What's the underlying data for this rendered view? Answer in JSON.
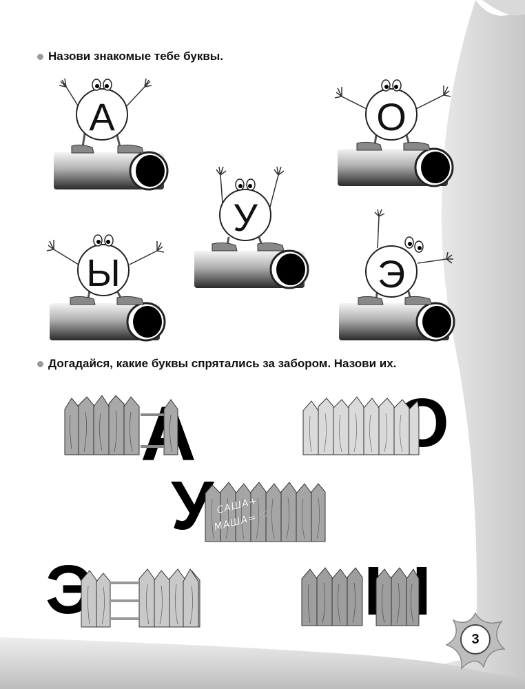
{
  "instructions": {
    "first": "Назови знакомые тебе буквы.",
    "second": "Догадайся, какие буквы спрятались за забором. Назови их."
  },
  "characters": [
    "А",
    "О",
    "У",
    "Ы",
    "Э"
  ],
  "fence_letters": [
    "А",
    "О",
    "У",
    "Э",
    "Ы"
  ],
  "graffiti": {
    "line1": "САША+",
    "line2": "МАША= ♡"
  },
  "page_number": "3"
}
